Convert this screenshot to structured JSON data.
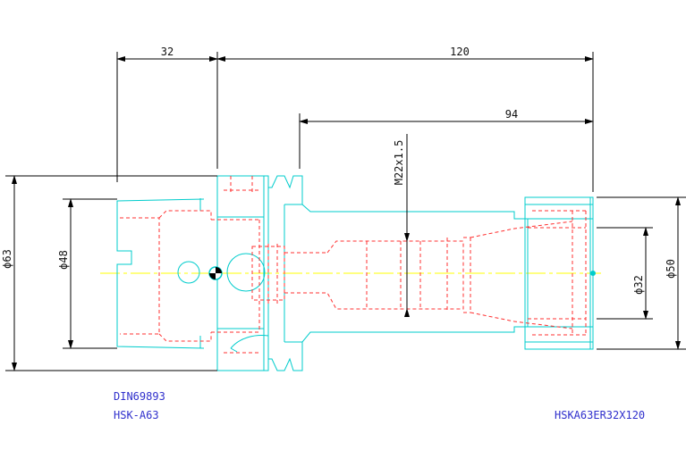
{
  "colors": {
    "outline": "#00cccc",
    "hidden": "#ff3030",
    "centerline": "#ffff00",
    "dimension": "#000000",
    "note_text": "#3030cc"
  },
  "dimensions": {
    "flange_length": "32",
    "overall_length": "120",
    "nose_length": "94",
    "thread": "M22x1.5",
    "dia_flange": "ϕ63",
    "dia_taper": "ϕ48",
    "dia_nut": "ϕ50",
    "dia_collet": "ϕ32"
  },
  "notes": {
    "standard": "DIN69893",
    "interface": "HSK-A63",
    "part_number": "HSKA63ER32X120"
  }
}
